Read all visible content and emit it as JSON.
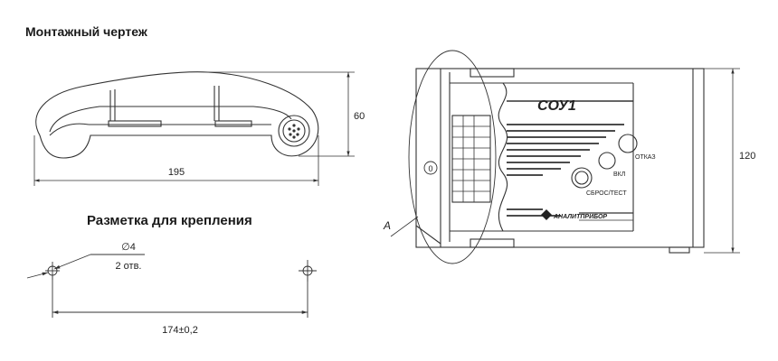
{
  "headings": {
    "mounting_drawing": "Монтажный чертеж",
    "mounting_marking": "Разметка для крепления"
  },
  "side_view": {
    "width_dim": "195",
    "height_dim": "60"
  },
  "marking": {
    "hole_diameter": "∅4",
    "hole_count": "2 отв.",
    "spacing_dim": "174±0,2"
  },
  "front_view": {
    "model": "СОУ1",
    "label_fault": "ОТКАЗ",
    "label_on": "ВКЛ",
    "label_reset_test": "СБРОС/ТЕСТ",
    "brand": "АНАЛИТПРИБОР",
    "height_dim": "120",
    "detail_ref": "А",
    "lock_mark": "0"
  },
  "colors": {
    "line": "#333333",
    "heading": "#1a1a1a"
  }
}
